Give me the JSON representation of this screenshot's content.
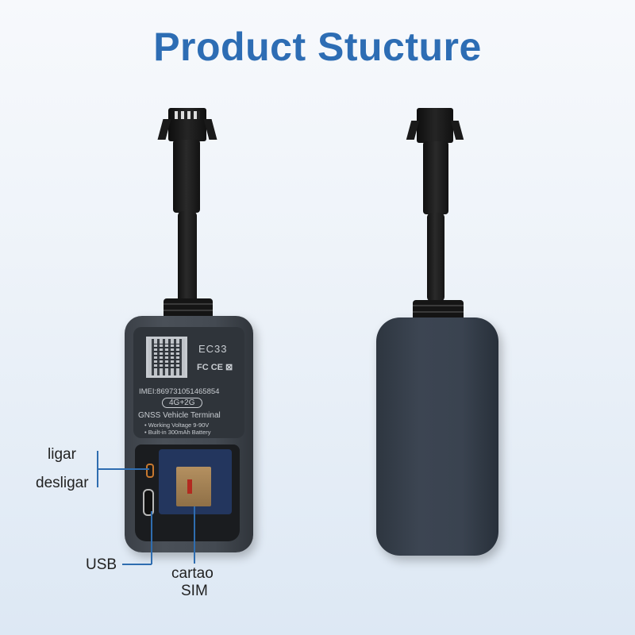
{
  "title": "Product Stucture",
  "device_front": {
    "model": "EC33",
    "certifications": "FC CE ⊠",
    "imei": "IMEI:869731051465854",
    "network": "4G+2G",
    "product_name": "GNSS Vehicle Terminal",
    "spec_lines": [
      "• Working Voltage 9-90V",
      "• Built-in 300mAh Battery"
    ]
  },
  "annotations": {
    "power_on": "ligar",
    "power_off": "desligar",
    "usb": "USB",
    "sim_line1": "cartao",
    "sim_line2": "SIM"
  },
  "colors": {
    "title": "#2d6db4",
    "leader_lines": "#2f6db0",
    "device_body": "#3b4047"
  }
}
